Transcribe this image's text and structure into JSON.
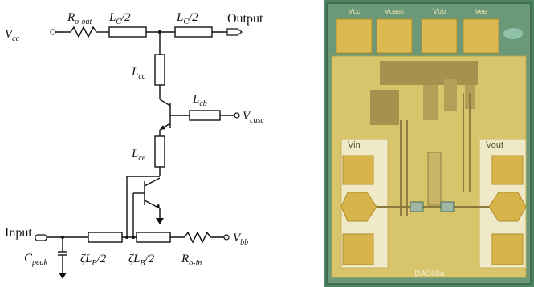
{
  "schematic": {
    "vcc": {
      "main": "V",
      "sub": "cc"
    },
    "r_out": {
      "main": "R",
      "sub": "o-out"
    },
    "lc_left": "L",
    "lc_left_sub": "C",
    "lc_left_tail": "/2",
    "lc_right": "L",
    "lc_right_sub": "C",
    "lc_right_tail": "/2",
    "output": "Output",
    "lcc": {
      "main": "L",
      "sub": "cc"
    },
    "lcb": {
      "main": "L",
      "sub": "cb"
    },
    "vcasc": {
      "main": "V",
      "sub": "casc"
    },
    "lce": {
      "main": "L",
      "sub": "ce"
    },
    "input": "Input",
    "cpeak": {
      "main": "C",
      "sub": "peak"
    },
    "zlb_left": {
      "pre": "ζL",
      "sub": "B",
      "tail": "/2"
    },
    "zlb_right": {
      "pre": "ζL",
      "sub": "B",
      "tail": "/2"
    },
    "r_in": {
      "main": "R",
      "sub": "o-in"
    },
    "vbb": {
      "main": "V",
      "sub": "bb"
    }
  },
  "photo": {
    "pads_top": [
      "Vcc",
      "Vcasc",
      "Vbb",
      "Vee"
    ],
    "label_vin": "Vin",
    "label_vout": "Vout",
    "chip_id": "DAS66a"
  },
  "colors": {
    "die_background": "#5e8f6e",
    "metal": "#d9c46a",
    "pad": "#ddb94a",
    "die_border": "#c7b45e"
  }
}
